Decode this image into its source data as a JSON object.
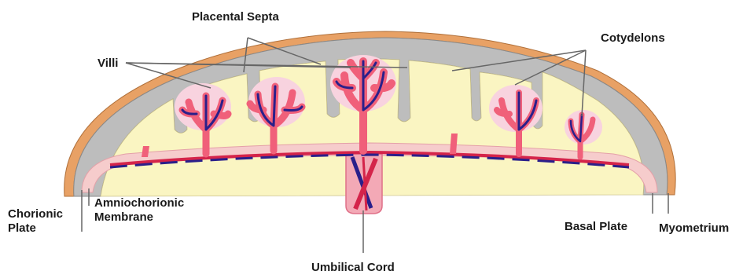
{
  "labels": {
    "placental_septa": "Placental Septa",
    "villi": "Villi",
    "cotyledons": "Cotydelons",
    "chorionic_plate": [
      "Chorionic",
      "Plate"
    ],
    "amniochorionic_membrane": [
      "Amniochorionic",
      "Membrane"
    ],
    "umbilical_cord": "Umbilical Cord",
    "basal_plate": "Basal Plate",
    "myometrium": "Myometrium"
  },
  "colors": {
    "myometrium": "#e8a165",
    "basal_plate": "#bdbdbd",
    "intervillous_space": "#faf5c2",
    "chorionic_plate": "#f6cccc",
    "villus_tissue": "#f0607a",
    "villus_halo": "#f8d3df",
    "vessel_dark": "#2a1f8a",
    "vessel_red": "#d4244a",
    "pointer_line": "#666666",
    "text": "#1a1a1a"
  }
}
